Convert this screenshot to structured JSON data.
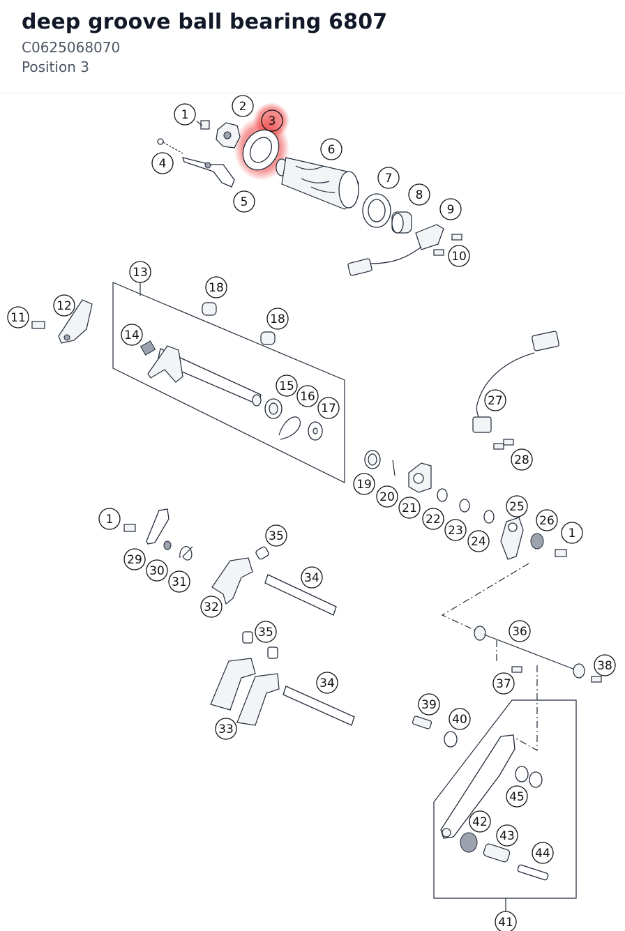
{
  "header": {
    "title": "deep groove ball bearing 6807",
    "part_number": "C0625068070",
    "position": "Position 3"
  },
  "colors": {
    "highlight": "#ef4444",
    "line": "#1f2937",
    "title": "#111827",
    "subtitle": "#4b5563"
  },
  "selected_label": "3",
  "callouts": [
    "1",
    "2",
    "3",
    "4",
    "5",
    "6",
    "7",
    "8",
    "9",
    "10",
    "11",
    "12",
    "13",
    "14",
    "15",
    "16",
    "17",
    "18",
    "18",
    "19",
    "20",
    "21",
    "22",
    "23",
    "24",
    "25",
    "26",
    "1",
    "27",
    "28",
    "29",
    "30",
    "31",
    "32",
    "33",
    "34",
    "34",
    "35",
    "35",
    "36",
    "37",
    "38",
    "39",
    "40",
    "41",
    "42",
    "43",
    "44",
    "45",
    "1"
  ]
}
